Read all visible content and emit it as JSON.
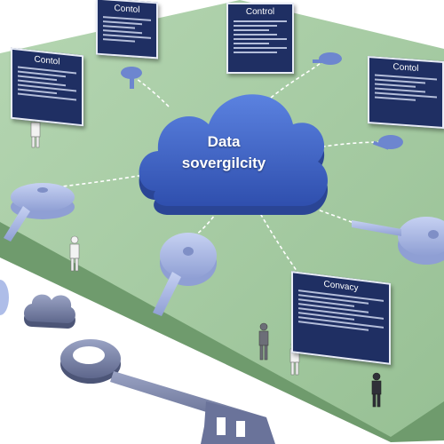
{
  "cloud": {
    "line1": "Data",
    "line2": "sovergilcity"
  },
  "signs": [
    {
      "id": "left",
      "title": "Contol"
    },
    {
      "id": "top-left",
      "title": "Contol"
    },
    {
      "id": "top-center",
      "title": "Control"
    },
    {
      "id": "right",
      "title": "Contol"
    },
    {
      "id": "bottom-right",
      "title": "Convacy"
    }
  ],
  "icons": [
    "cloud-icon",
    "key-icon",
    "person-icon"
  ],
  "colors": {
    "platform": "#a3c9a3",
    "cloud": "#3d63c9",
    "key": "#aebde8",
    "sign": "#1f2f63"
  }
}
